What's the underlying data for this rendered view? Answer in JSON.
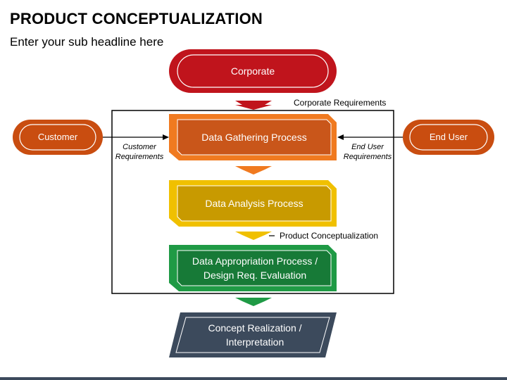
{
  "header": {
    "title": "PRODUCT CONCEPTUALIZATION",
    "subtitle": "Enter your sub headline here"
  },
  "nodes": {
    "corporate": "Corporate",
    "customer": "Customer",
    "end_user": "End User",
    "gathering": "Data Gathering Process",
    "analysis": "Data Analysis Process",
    "appropriation": "Data Appropriation Process / Design Req. Evaluation",
    "realization": "Concept Realization / Interpretation"
  },
  "labels": {
    "corporate_requirements": "Corporate Requirements",
    "customer_requirements": "Customer Requirements",
    "end_user_requirements": "End User Requirements",
    "product_conceptualization": "Product Conceptualization"
  },
  "colors": {
    "corporate": "#c0141c",
    "customer": "#c94d10",
    "gathering": "#f07a20",
    "analysis": "#e6b800",
    "appropriation": "#1f9a45",
    "realization": "#3c4a5c"
  }
}
